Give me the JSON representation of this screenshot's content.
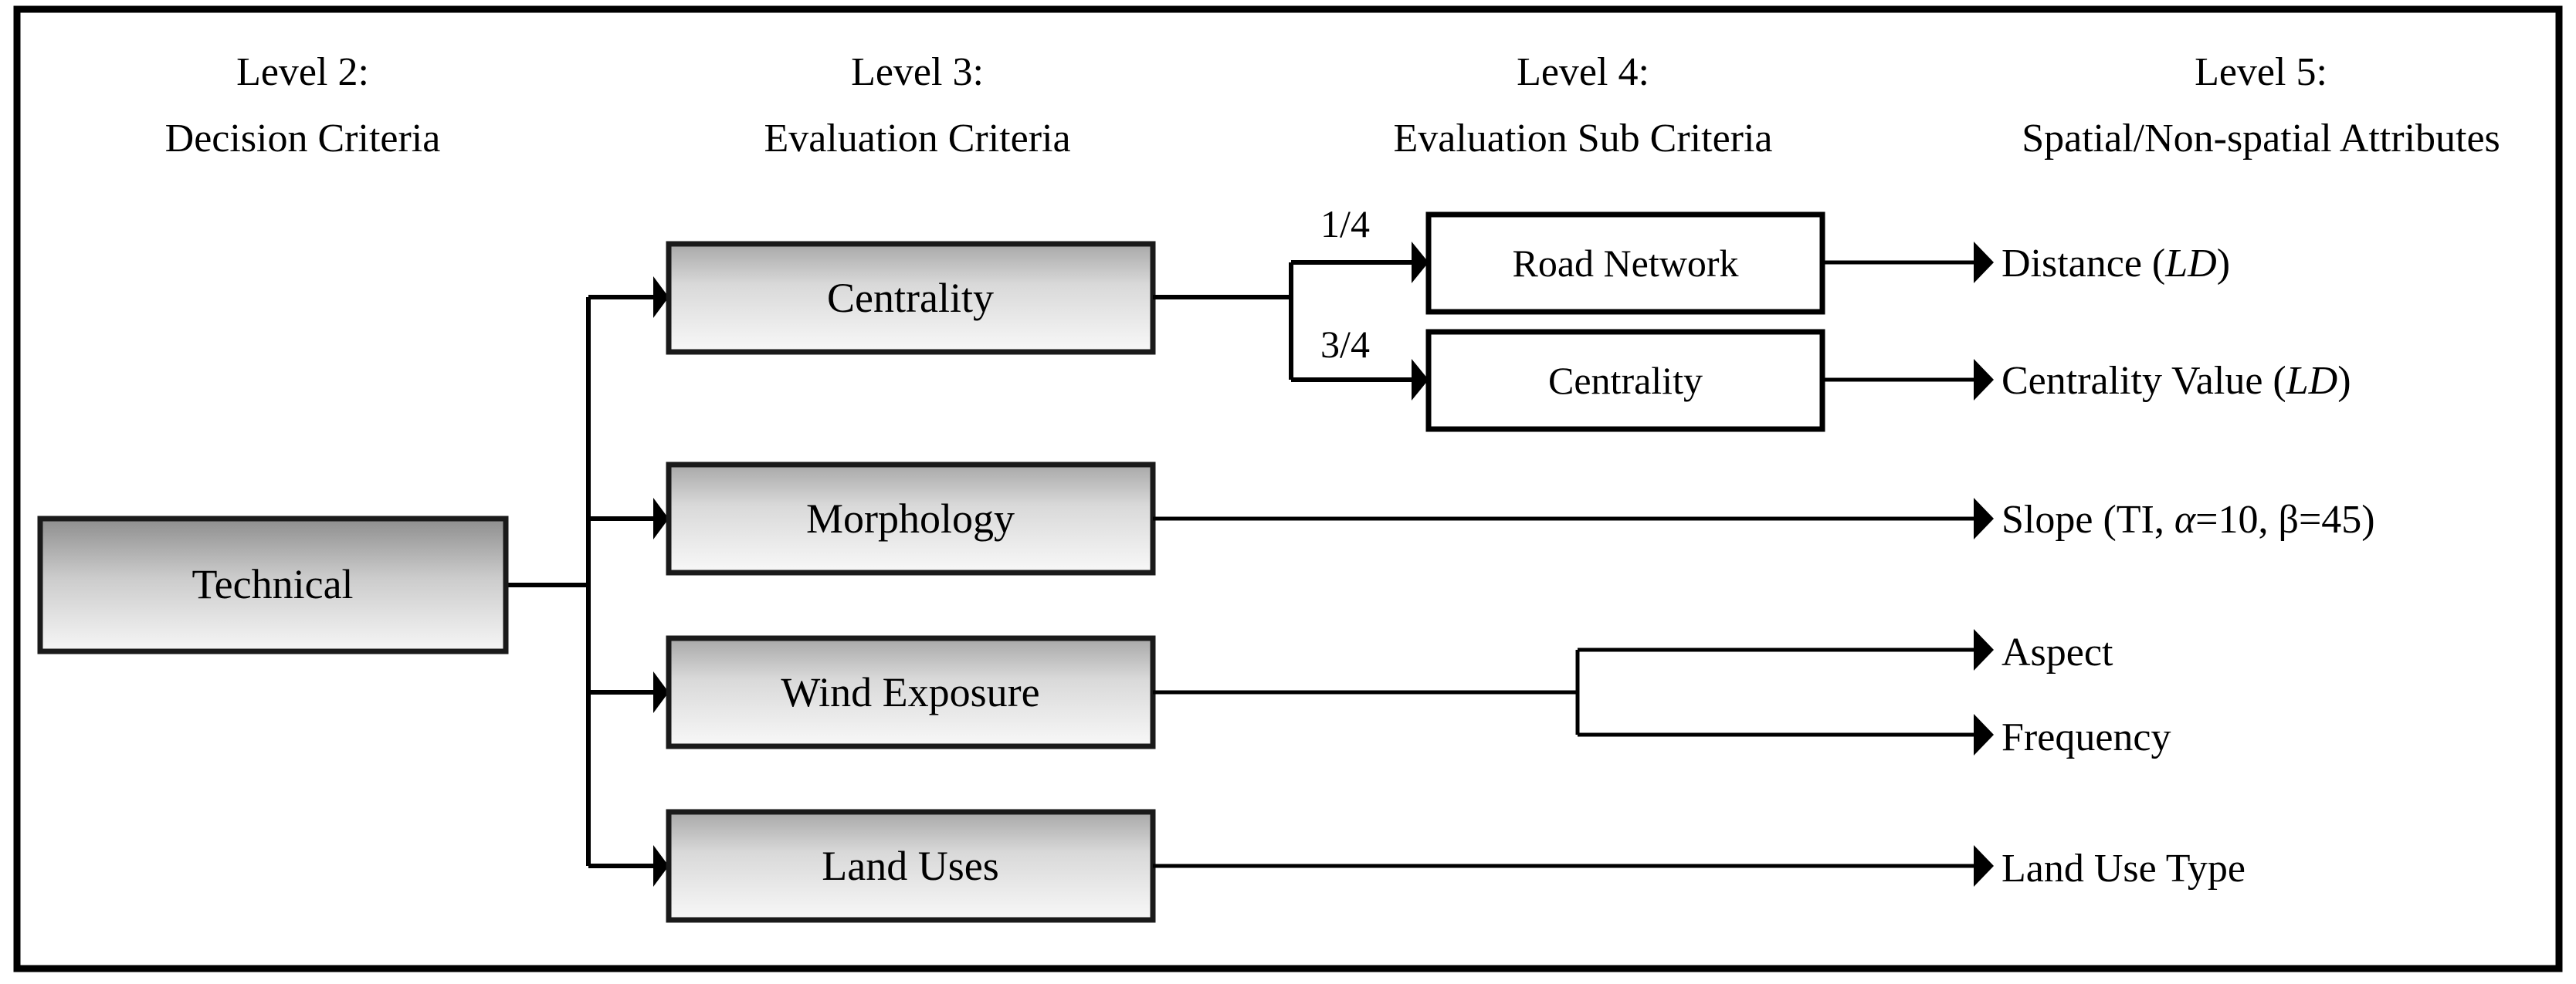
{
  "diagram": {
    "title_present": false,
    "frame": {
      "border_color": "#000000"
    },
    "headers": [
      {
        "line1": "Level 2:",
        "line2": "Decision Criteria"
      },
      {
        "line1": "Level 3:",
        "line2": "Evaluation Criteria"
      },
      {
        "line1": "Level 4:",
        "line2": "Evaluation Sub Criteria"
      },
      {
        "line1": "Level 5:",
        "line2": "Spatial/Non-spatial Attributes"
      }
    ],
    "root_node": {
      "label": "Technical"
    },
    "criteria_nodes": [
      {
        "label": "Centrality"
      },
      {
        "label": "Morphology"
      },
      {
        "label": "Wind Exposure"
      },
      {
        "label": "Land Uses"
      }
    ],
    "sub_criteria_nodes": [
      {
        "label": "Road Network",
        "weight": "1/4"
      },
      {
        "label": "Centrality",
        "weight": "3/4"
      }
    ],
    "weights": [
      "1/4",
      "3/4"
    ],
    "attributes": [
      {
        "text_plain": "Distance (LD)",
        "prefix": "Distance (",
        "italic": "LD",
        "suffix": ")"
      },
      {
        "text_plain": "Centrality Value (LD)",
        "prefix": "Centrality Value (",
        "italic": "LD",
        "suffix": ")"
      },
      {
        "text_plain": "Slope (TI, α=10, β=45)",
        "prefix": "Slope (TI, ",
        "italic": "α",
        "mid": "=10, ",
        "italic2": "β",
        "suffix": "=45)"
      },
      {
        "text_plain": "Aspect",
        "prefix": "Aspect",
        "italic": "",
        "suffix": ""
      },
      {
        "text_plain": "Frequency",
        "prefix": "Frequency",
        "italic": "",
        "suffix": ""
      },
      {
        "text_plain": "Land Use Type",
        "prefix": "Land Use Type",
        "italic": "",
        "suffix": ""
      }
    ],
    "colors": {
      "line": "#000000",
      "box_gradient_top": "#a6a6a6",
      "box_gradient_bottom": "#f7f7f7",
      "root_gradient_top": "#8c8c8c",
      "root_gradient_bottom": "#f5f5f5",
      "subbox_fill": "#ffffff",
      "text": "#000000",
      "background": "#ffffff"
    }
  }
}
